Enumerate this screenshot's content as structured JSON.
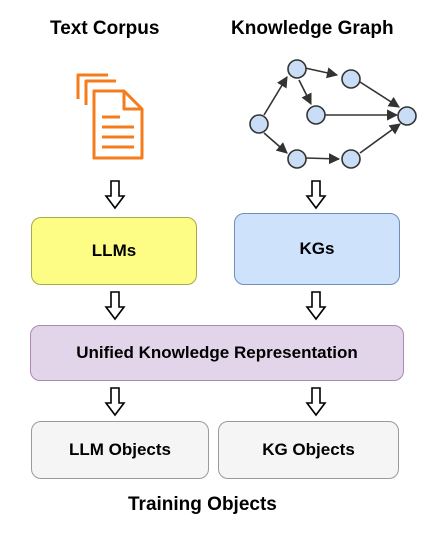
{
  "headings": {
    "text_corpus": "Text Corpus",
    "knowledge_graph": "Knowledge Graph",
    "training_objects": "Training Objects"
  },
  "boxes": {
    "llms": "LLMs",
    "kgs": "KGs",
    "unified": "Unified Knowledge Representation",
    "llm_objects": "LLM Objects",
    "kg_objects": "KG Objects"
  },
  "colors": {
    "document_icon": "#f47c1c",
    "graph_node": "#c9def6",
    "graph_edge": "#333333",
    "llms_fill": "#fdfd86",
    "kgs_fill": "#cfe2fb",
    "unified_fill": "#e3d5e9",
    "objects_fill": "#f5f5f5"
  },
  "icons": [
    "documents-icon",
    "knowledge-graph-icon",
    "down-arrow-icon"
  ]
}
